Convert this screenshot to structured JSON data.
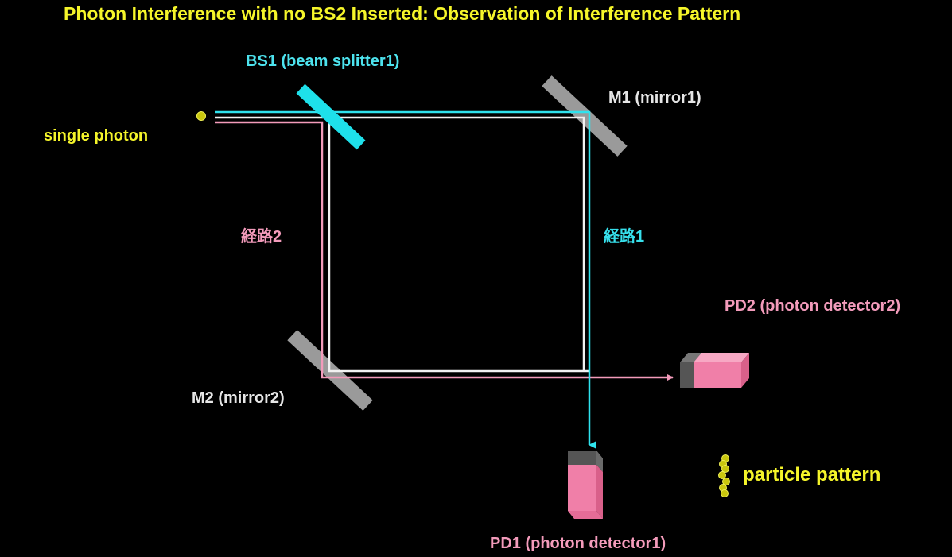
{
  "title": "Photon Interference with no BS2 Inserted: Observation of Interference Pattern",
  "labels": {
    "bs1": "BS1 (beam splitter1)",
    "m1": "M1 (mirror1)",
    "single_photon": "single photon",
    "path2": "経路2",
    "path1": "経路1",
    "pd2": "PD2 (photon detector2)",
    "m2": "M2 (mirror2)",
    "particle_pattern": "particle pattern",
    "pd1": "PD1 (photon detector1)"
  },
  "colors": {
    "yellow": "#f5f52a",
    "cyan": "#2fe3ee",
    "pink": "#f39bbb",
    "white": "#f2f2f2",
    "mirror": "#9a9a9a",
    "detector_pink": "#f07fa8",
    "detector_cap": "#555555"
  },
  "icons": [
    "photon-dot",
    "beam-splitter",
    "mirror",
    "photon-detector",
    "particle-dots"
  ]
}
